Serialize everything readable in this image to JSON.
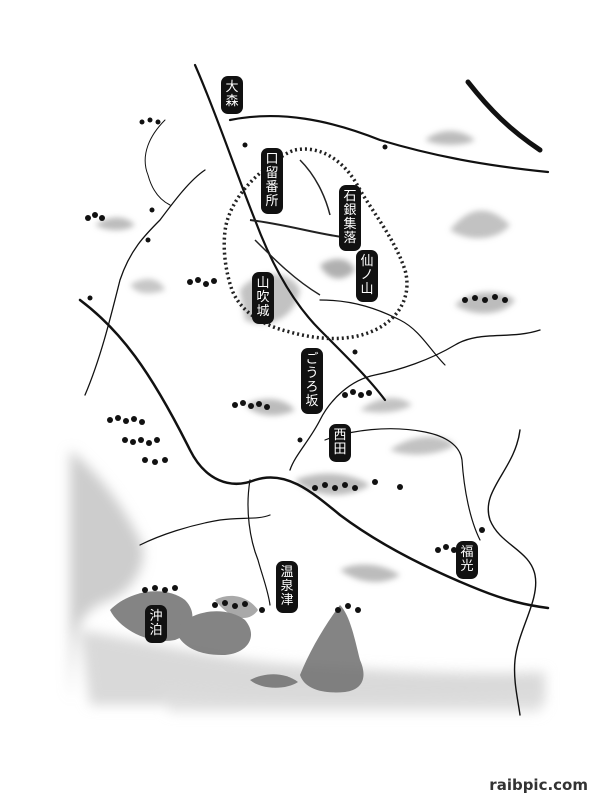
{
  "map": {
    "labels": {
      "omori": "大森",
      "kuchidome": "口留番所",
      "ishigin": "石銀集落",
      "sennoyama": "仙ノ山",
      "yamabuki": "山吹城",
      "gourozaka": "ごうろ坂",
      "saida": "西田",
      "fukumitsu": "福光",
      "yunotsu": "温泉津",
      "okidomari": "沖泊"
    }
  },
  "watermark": "raibpic.com",
  "colors": {
    "ink": "#111111",
    "wash": "#9a9a9a",
    "paper": "#ffffff"
  }
}
